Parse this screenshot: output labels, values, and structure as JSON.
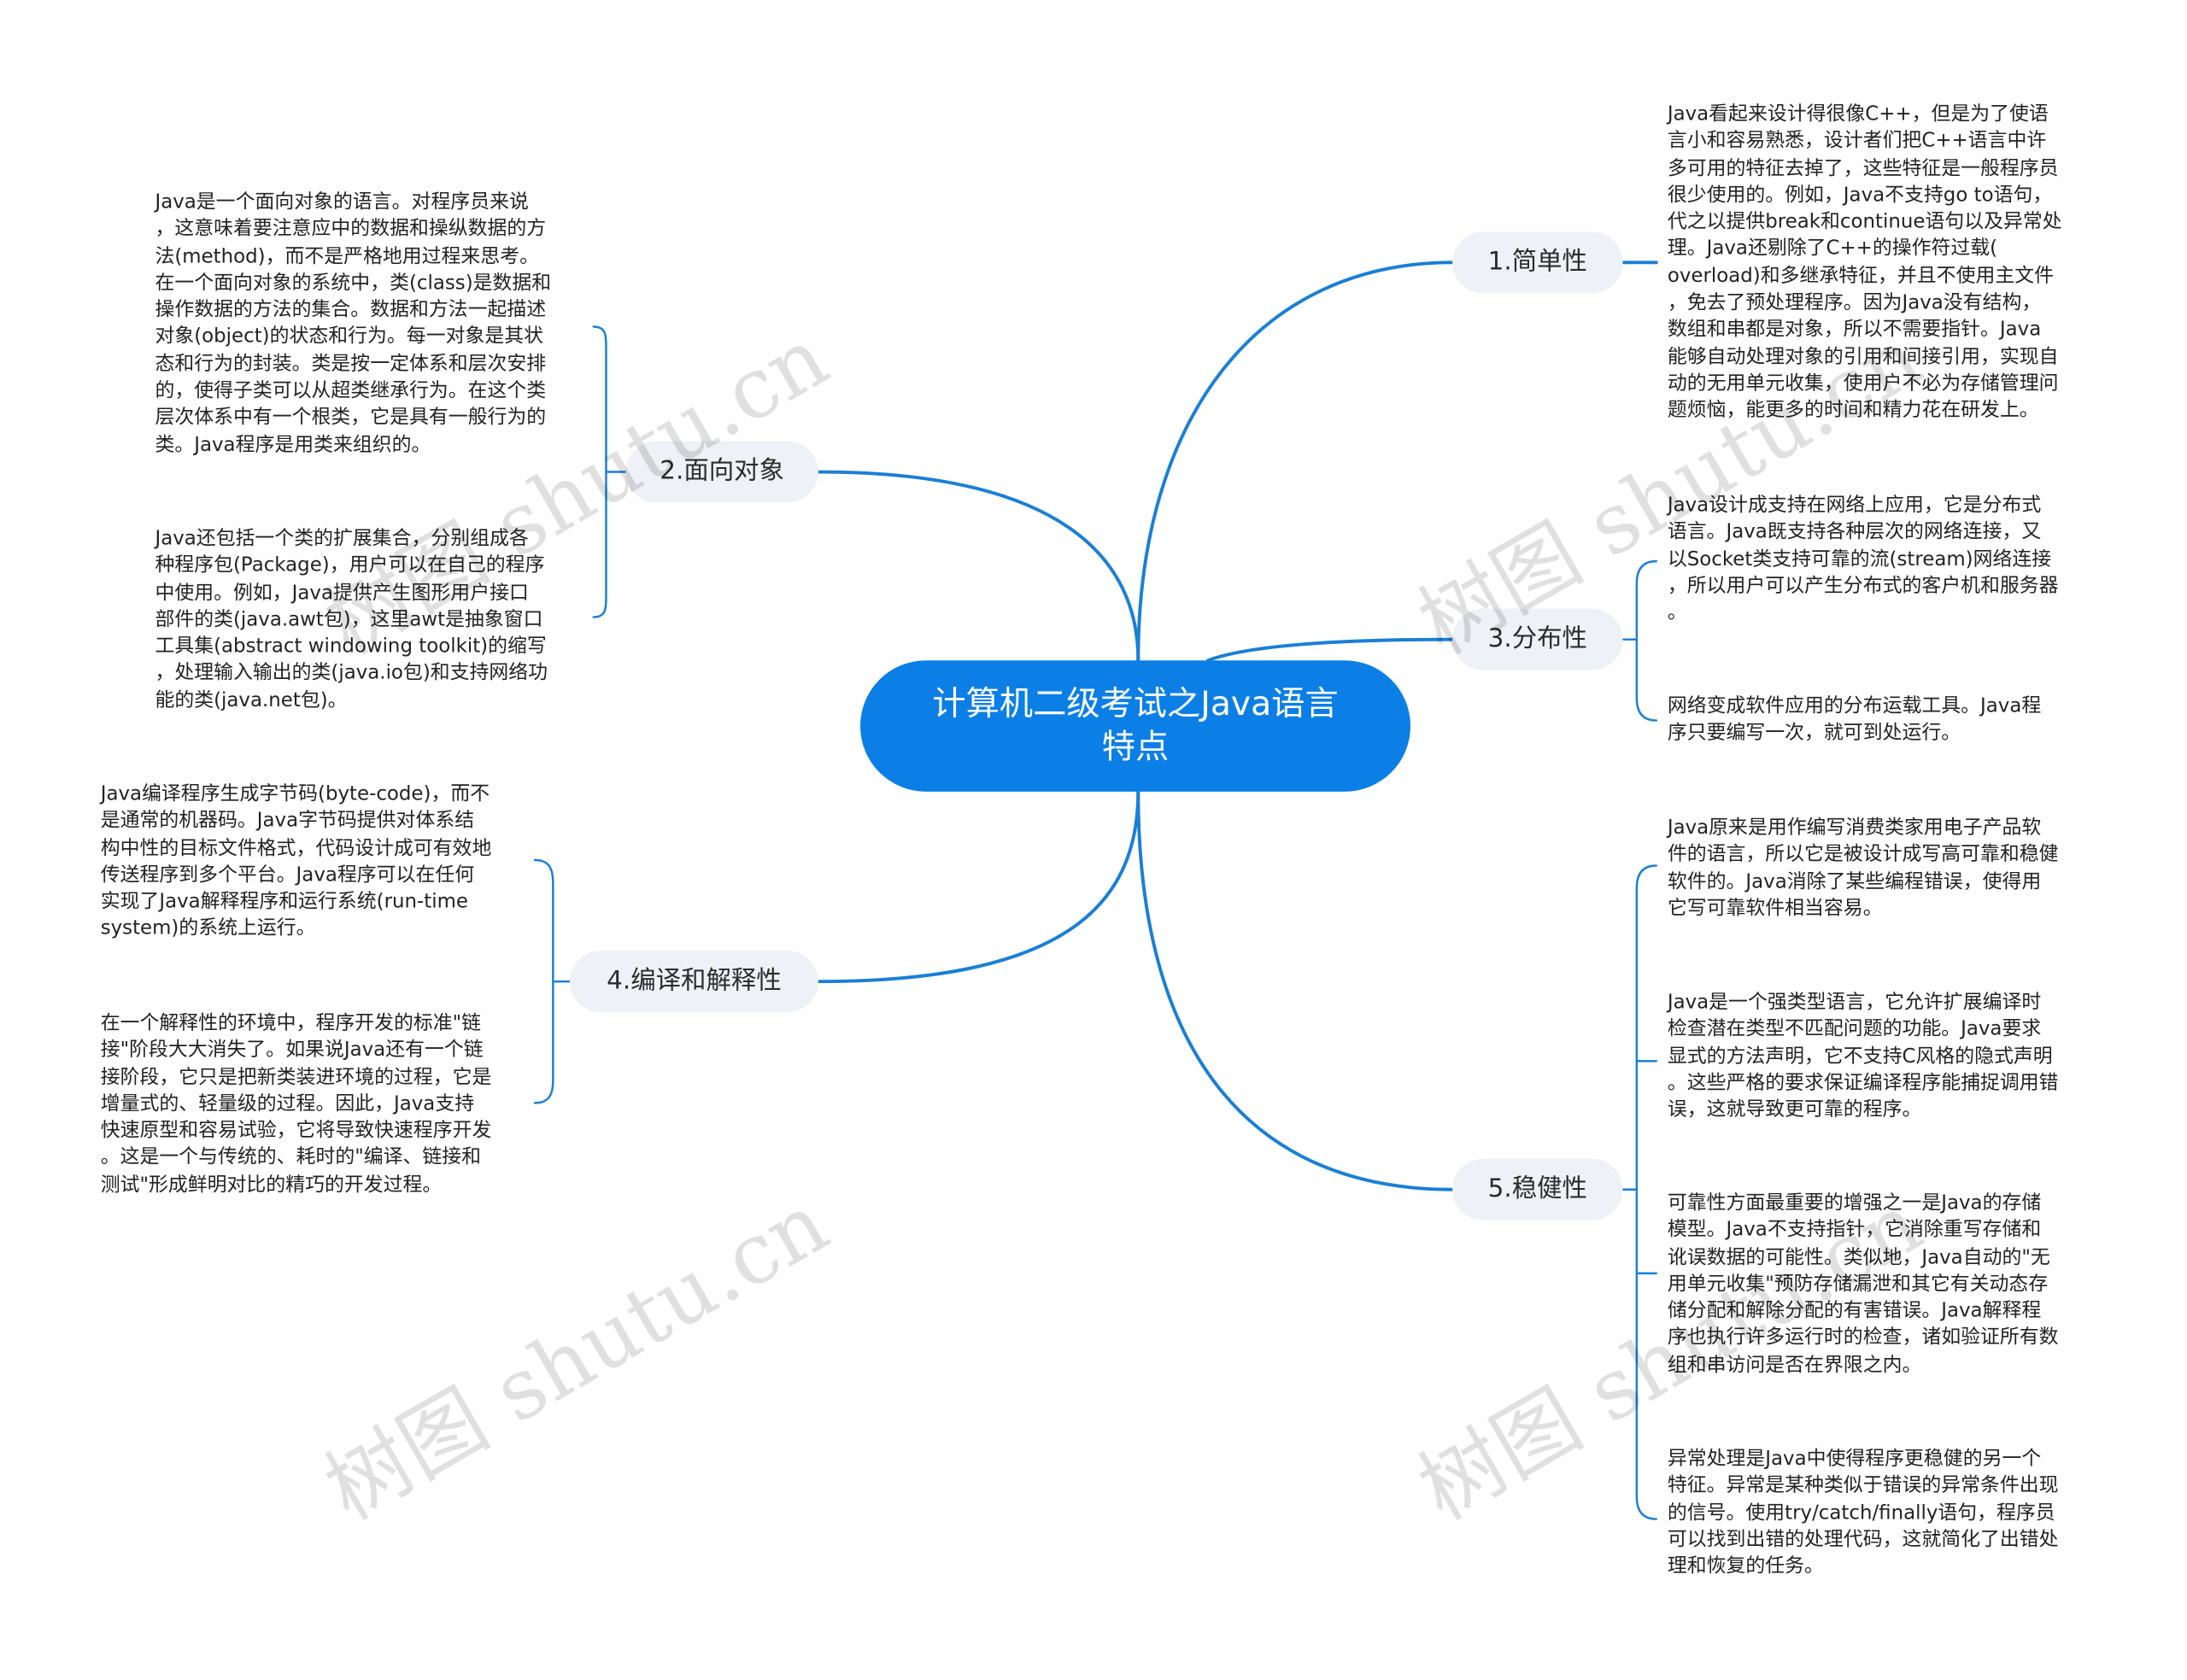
{
  "root": {
    "title": "计算机二级考试之Java语言特点"
  },
  "branches": [
    {
      "label": "1.简单性"
    },
    {
      "label": "2.面向对象"
    },
    {
      "label": "3.分布性"
    },
    {
      "label": "4.编译和解释性"
    },
    {
      "label": "5.稳健性"
    }
  ],
  "leaves": {
    "simple": [
      "Java看起来设计得很像C++，但是为了使语\n言小和容易熟悉，设计者们把C++语言中许\n多可用的特征去掉了，这些特征是一般程序员\n很少使用的。例如，Java不支持go to语句，\n代之以提供break和continue语句以及异常处\n理。Java还剔除了C++的操作符过载(\noverload)和多继承特征，并且不使用主文件\n，免去了预处理程序。因为Java没有结构，\n数组和串都是对象，所以不需要指针。Java\n能够自动处理对象的引用和间接引用，实现自\n动的无用单元收集，使用户不必为存储管理问\n题烦恼，能更多的时间和精力花在研发上。"
    ],
    "oo": [
      "Java是一个面向对象的语言。对程序员来说\n，这意味着要注意应中的数据和操纵数据的方\n法(method)，而不是严格地用过程来思考。\n在一个面向对象的系统中，类(class)是数据和\n操作数据的方法的集合。数据和方法一起描述\n对象(object)的状态和行为。每一对象是其状\n态和行为的封装。类是按一定体系和层次安排\n的，使得子类可以从超类继承行为。在这个类\n层次体系中有一个根类，它是具有一般行为的\n类。Java程序是用类来组织的。",
      "Java还包括一个类的扩展集合，分别组成各\n种程序包(Package)，用户可以在自己的程序\n中使用。例如，Java提供产生图形用户接口\n部件的类(java.awt包)，这里awt是抽象窗口\n工具集(abstract windowing toolkit)的缩写\n，处理输入输出的类(java.io包)和支持网络功\n能的类(java.net包)。"
    ],
    "dist": [
      "Java设计成支持在网络上应用，它是分布式\n语言。Java既支持各种层次的网络连接，又\n以Socket类支持可靠的流(stream)网络连接\n，所以用户可以产生分布式的客户机和服务器\n。",
      "网络变成软件应用的分布运载工具。Java程\n序只要编写一次，就可到处运行。"
    ],
    "compile": [
      "Java编译程序生成字节码(byte-code)，而不\n是通常的机器码。Java字节码提供对体系结\n构中性的目标文件格式，代码设计成可有效地\n传送程序到多个平台。Java程序可以在任何\n实现了Java解释程序和运行系统(run-time\nsystem)的系统上运行。",
      "在一个解释性的环境中，程序开发的标准\"链\n接\"阶段大大消失了。如果说Java还有一个链\n接阶段，它只是把新类装进环境的过程，它是\n增量式的、轻量级的过程。因此，Java支持\n快速原型和容易试验，它将导致快速程序开发\n。这是一个与传统的、耗时的\"编译、链接和\n测试\"形成鲜明对比的精巧的开发过程。"
    ],
    "robust": [
      "Java原来是用作编写消费类家用电子产品软\n件的语言，所以它是被设计成写高可靠和稳健\n软件的。Java消除了某些编程错误，使得用\n它写可靠软件相当容易。",
      "Java是一个强类型语言，它允许扩展编译时\n检查潜在类型不匹配问题的功能。Java要求\n显式的方法声明，它不支持C风格的隐式声明\n。这些严格的要求保证编译程序能捕捉调用错\n误，这就导致更可靠的程序。",
      "可靠性方面最重要的增强之一是Java的存储\n模型。Java不支持指针，它消除重写存储和\n讹误数据的可能性。类似地，Java自动的\"无\n用单元收集\"预防存储漏泄和其它有关动态存\n储分配和解除分配的有害错误。Java解释程\n序也执行许多运行时的检查，诸如验证所有数\n组和串访问是否在界限之内。",
      "异常处理是Java中使得程序更稳健的另一个\n特征。异常是某种类似于错误的异常条件出现\n的信号。使用try/catch/finally语句，程序员\n可以找到出错的处理代码，这就简化了出错处\n理和恢复的任务。"
    ]
  },
  "watermark": "树图 shutu.cn",
  "colors": {
    "accent": "#0b7fe6",
    "line": "#1a7fd6",
    "branch_bg": "#eef1f5"
  }
}
